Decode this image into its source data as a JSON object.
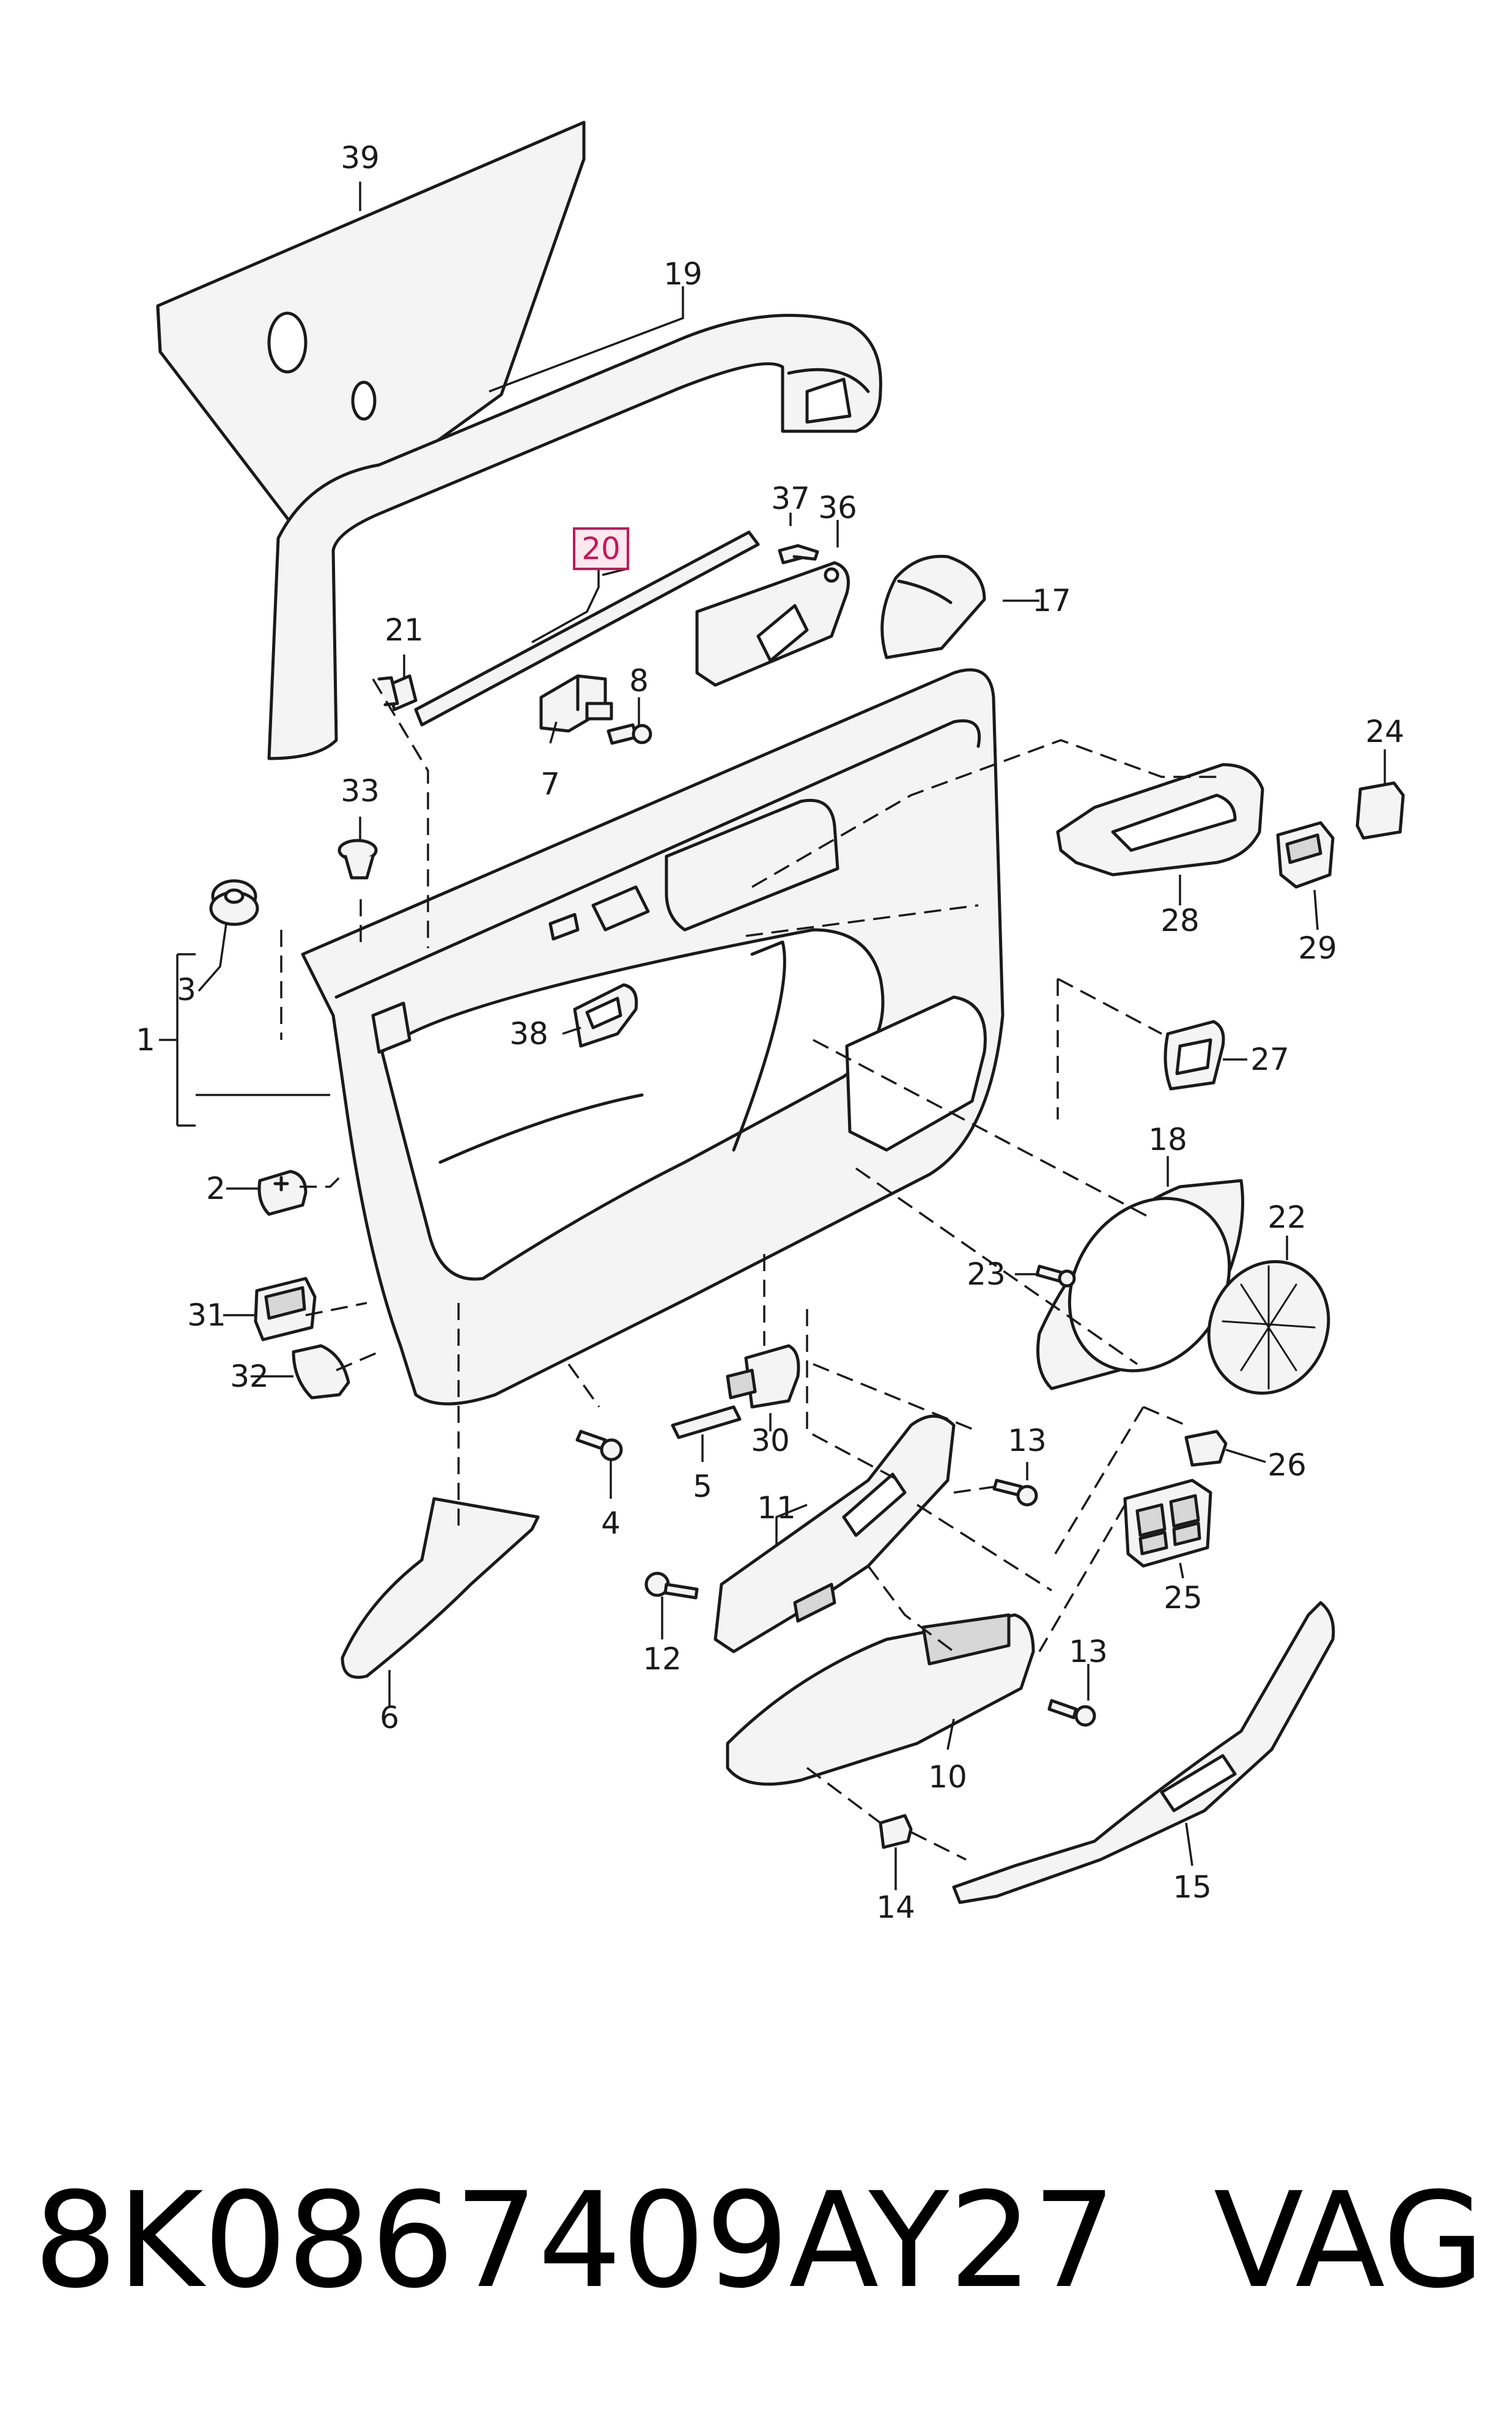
{
  "diagram": {
    "highlighted_part": "20",
    "part_numbers": [
      "39",
      "19",
      "37",
      "36",
      "17",
      "20",
      "21",
      "8",
      "7",
      "33",
      "24",
      "28",
      "29",
      "3",
      "1",
      "38",
      "27",
      "18",
      "2",
      "22",
      "23",
      "31",
      "32",
      "13",
      "26",
      "30",
      "5",
      "4",
      "11",
      "25",
      "12",
      "6",
      "10",
      "14",
      "15"
    ]
  },
  "footer": {
    "part_number": "8K0867409AY27",
    "brand": "VAG"
  },
  "colors": {
    "line": "#1a1a1a",
    "part_fill": "#f4f4f4",
    "shade": "#d7d7d7",
    "highlight_border": "#c2185b",
    "highlight_fill": "#fde8ee"
  }
}
